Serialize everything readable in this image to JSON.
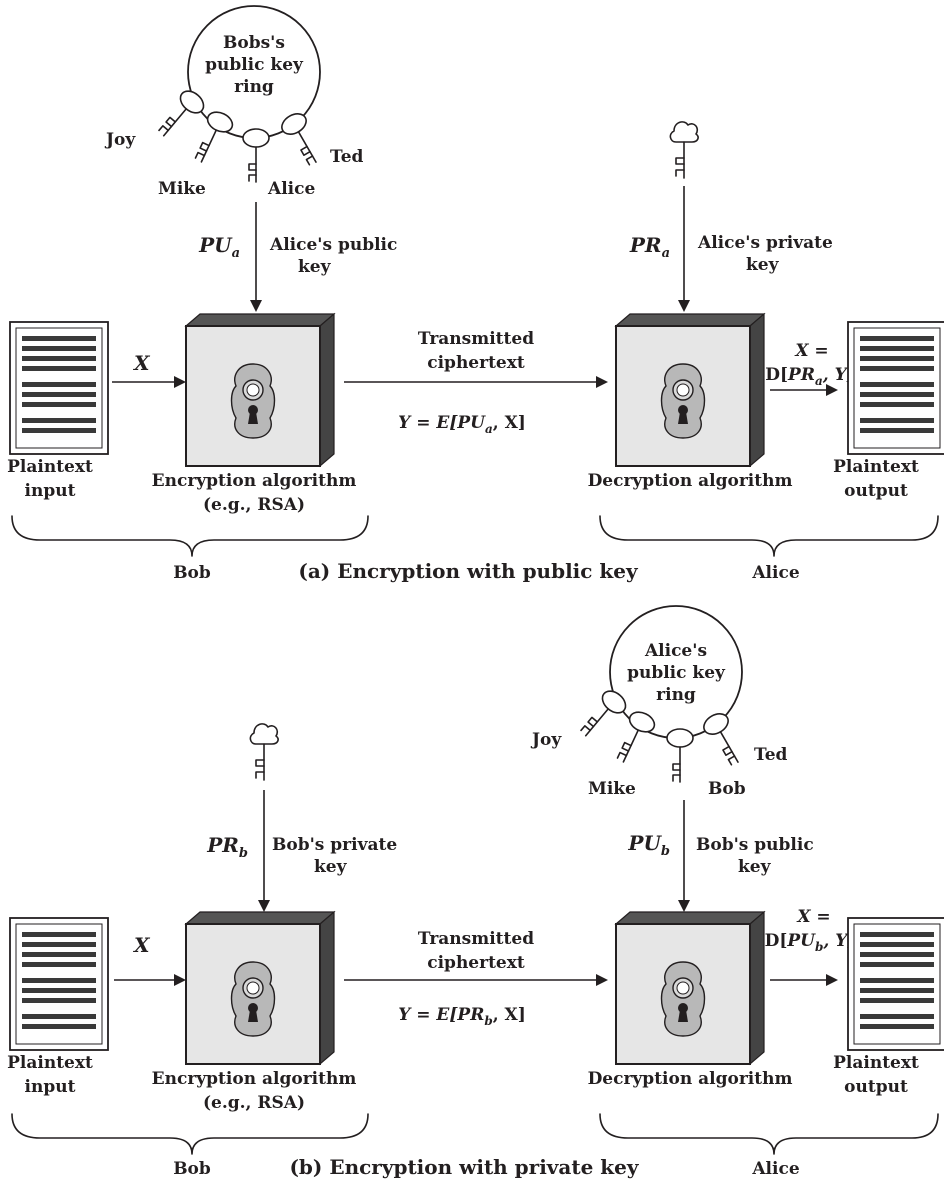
{
  "panel_a": {
    "caption": "(a) Encryption with public key",
    "ring": {
      "line1": "Bobs's",
      "line2": "public key",
      "line3": "ring"
    },
    "ring_keys": [
      "Joy",
      "Mike",
      "Alice",
      "Ted"
    ],
    "enc_key_symbol": "PU",
    "enc_key_sub": "a",
    "enc_key_desc": {
      "line1": "Alice's public",
      "line2": "key"
    },
    "dec_key_symbol": "PR",
    "dec_key_sub": "a",
    "dec_key_desc": {
      "line1": "Alice's private",
      "line2": "key"
    },
    "input_symbol": "X",
    "output_formula": {
      "line1": "X =",
      "line2_pre": "D[",
      "line2_key": "PR",
      "line2_sub": "a",
      "line2_post": ", Y]"
    },
    "transmitted": {
      "line1": "Transmitted",
      "line2": "ciphertext"
    },
    "cipher_formula": {
      "pre": "Y = E[",
      "key": "PU",
      "sub": "a",
      "post": ", X]"
    },
    "plaintext_input": {
      "line1": "Plaintext",
      "line2": "input"
    },
    "plaintext_output": {
      "line1": "Plaintext",
      "line2": "output"
    },
    "enc_algo": {
      "line1": "Encryption algorithm",
      "line2": "(e.g., RSA)"
    },
    "dec_algo": "Decryption algorithm",
    "left_party": "Bob",
    "right_party": "Alice"
  },
  "panel_b": {
    "caption": "(b) Encryption with private key",
    "ring": {
      "line1": "Alice's",
      "line2": "public key",
      "line3": "ring"
    },
    "ring_keys": [
      "Joy",
      "Mike",
      "Bob",
      "Ted"
    ],
    "enc_key_symbol": "PR",
    "enc_key_sub": "b",
    "enc_key_desc": {
      "line1": "Bob's private",
      "line2": "key"
    },
    "dec_key_symbol": "PU",
    "dec_key_sub": "b",
    "dec_key_desc": {
      "line1": "Bob's public",
      "line2": "key"
    },
    "input_symbol": "X",
    "output_formula": {
      "line1": "X =",
      "line2_pre": "D[",
      "line2_key": "PU",
      "line2_sub": "b",
      "line2_post": ", Y]"
    },
    "transmitted": {
      "line1": "Transmitted",
      "line2": "ciphertext"
    },
    "cipher_formula": {
      "pre": "Y = E[",
      "key": "PR",
      "sub": "b",
      "post": ", X]"
    },
    "plaintext_input": {
      "line1": "Plaintext",
      "line2": "input"
    },
    "plaintext_output": {
      "line1": "Plaintext",
      "line2": "output"
    },
    "enc_algo": {
      "line1": "Encryption algorithm",
      "line2": "(e.g., RSA)"
    },
    "dec_algo": "Decryption algorithm",
    "left_party": "Bob",
    "right_party": "Alice"
  }
}
